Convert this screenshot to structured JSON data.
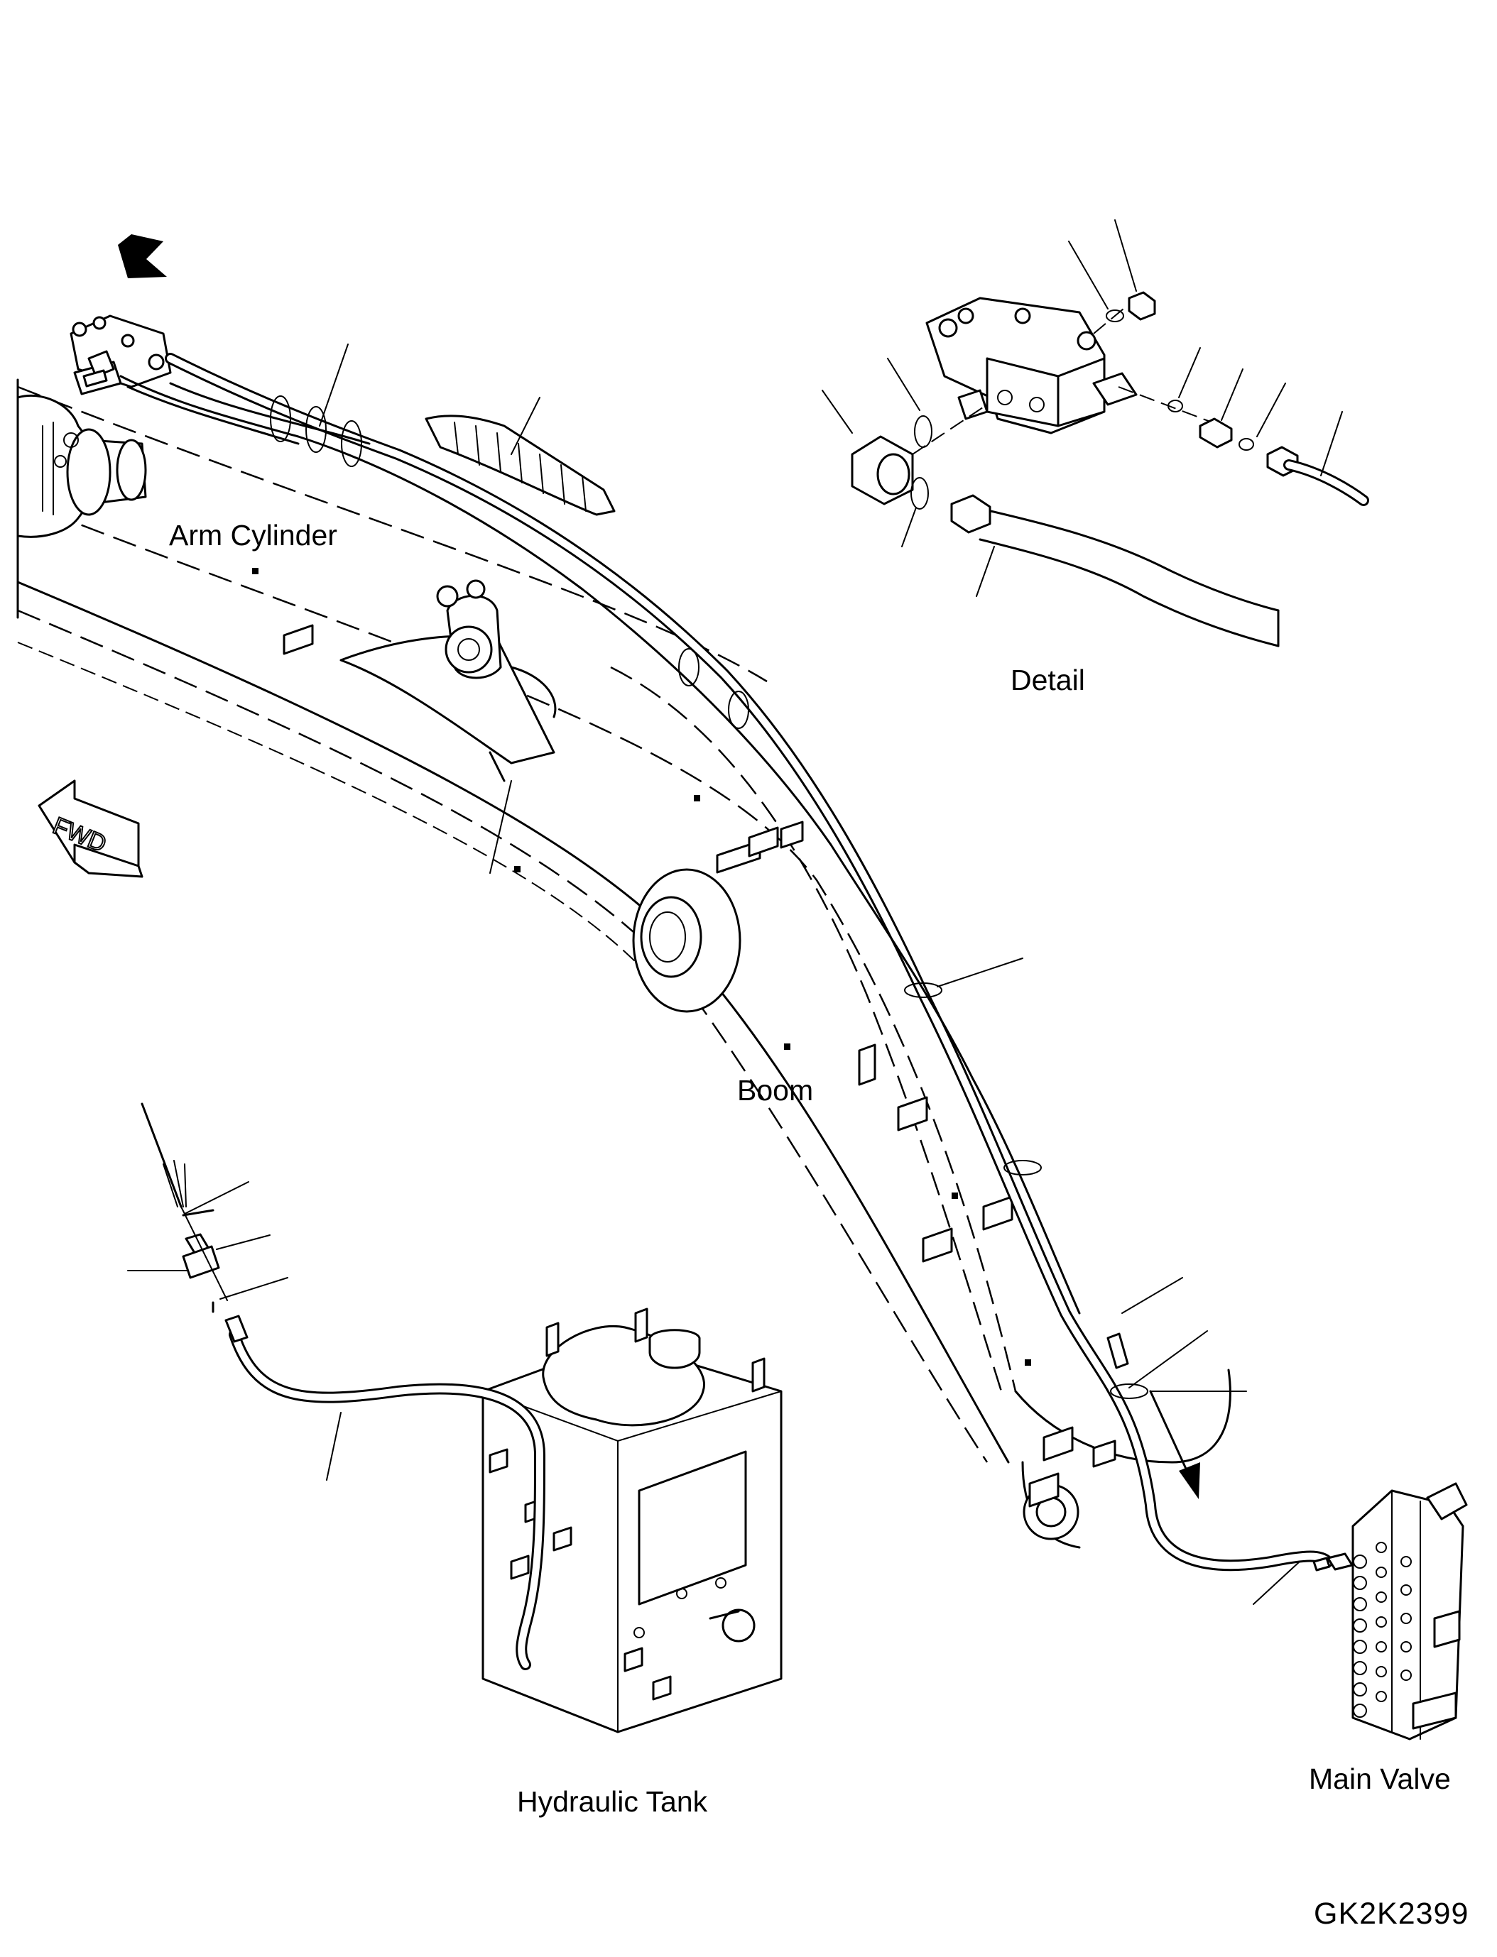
{
  "labels": {
    "arm_cylinder": "Arm Cylinder",
    "detail": "Detail",
    "boom": "Boom",
    "hydraulic_tank": "Hydraulic Tank",
    "main_valve": "Main Valve",
    "fwd": "FWD"
  },
  "drawing_code": "GK2K2399",
  "colors": {
    "ink": "#000000",
    "paper": "#ffffff"
  },
  "icons": [
    "view-direction-arrow-icon",
    "fwd-arrow-icon",
    "flow-direction-arrow-icon"
  ]
}
